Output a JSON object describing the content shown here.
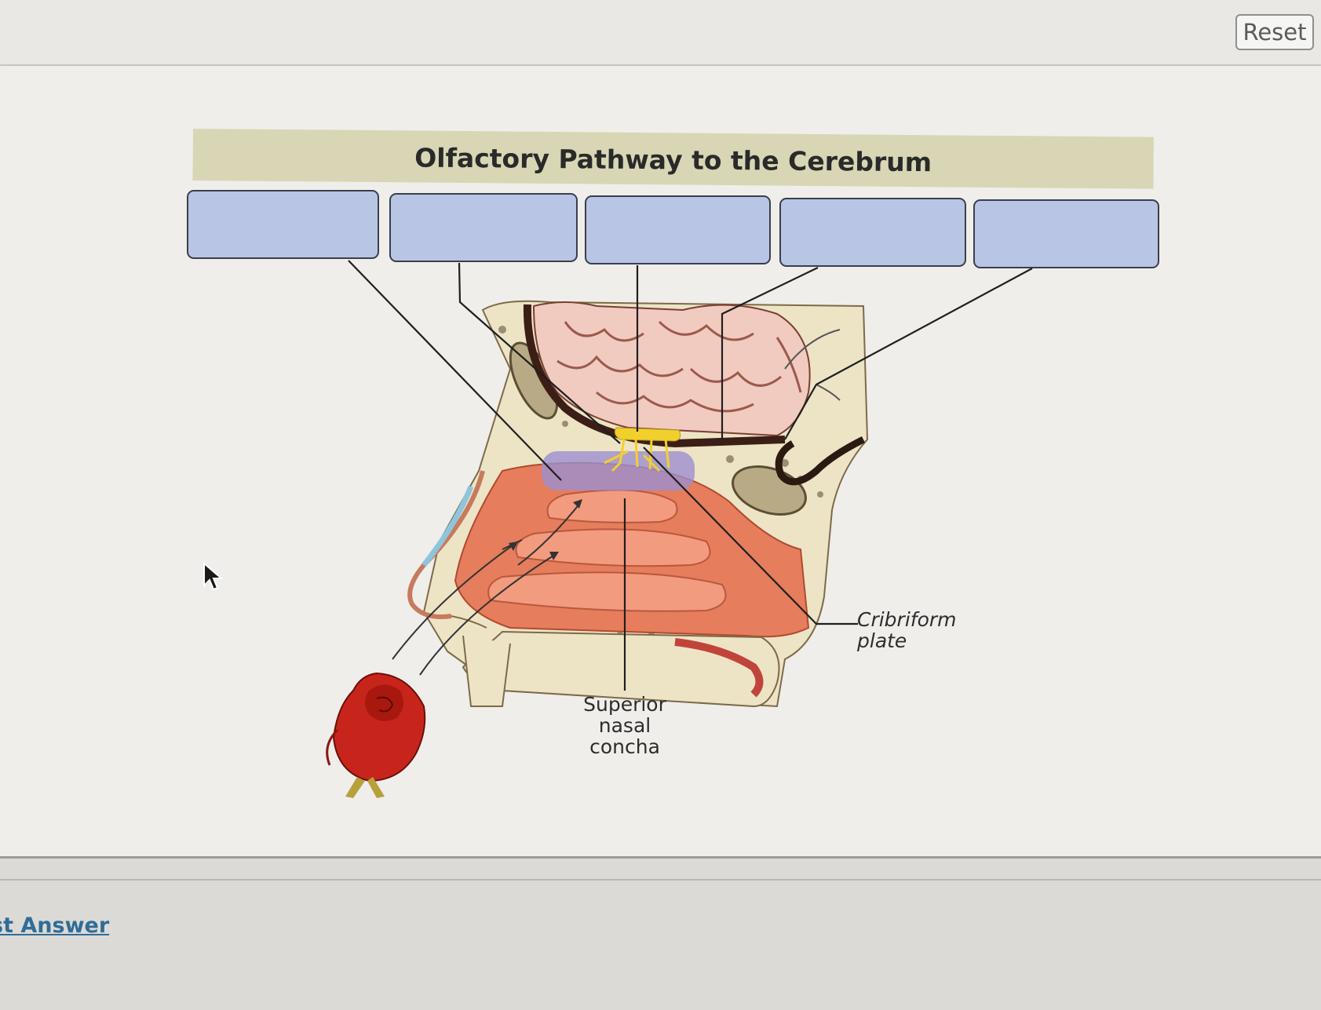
{
  "toolbar": {
    "reset_label": "Reset"
  },
  "diagram": {
    "title": "Olfactory Pathway to the Cerebrum",
    "drop_zones": [
      "",
      "",
      "",
      "",
      ""
    ],
    "labels": {
      "cribriform": [
        "Cribriform",
        "plate"
      ],
      "concha": [
        "Superior",
        "nasal",
        "concha"
      ]
    }
  },
  "footer": {
    "answer_link": "st Answer"
  },
  "colors": {
    "title_bar": "#d8d6b4",
    "drop_zone": "#b8c5e4",
    "link": "#2f6d97",
    "nasal_mucosa": "#e67d5c",
    "olfactory_bulb": "#f2d02c",
    "olfactory_epithelium": "#9c8fd0",
    "brain": "#f1cbc0"
  },
  "icons": [
    "mouse-pointer-icon"
  ]
}
